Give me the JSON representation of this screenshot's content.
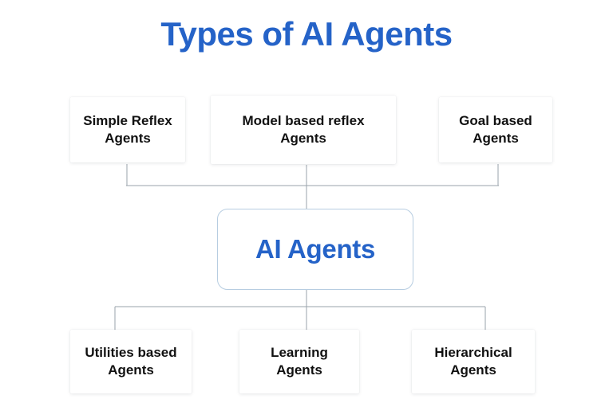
{
  "page": {
    "title": "Types of AI Agents",
    "background_color": "#ffffff",
    "accent_color": "#2563c8",
    "connector_color": "#9aa3ab",
    "node_border_color": "#b7cde1",
    "card_text_color": "#111111"
  },
  "diagram": {
    "type": "hierarchy",
    "center_node": {
      "label": "AI Agents"
    },
    "top_branches": [
      {
        "label": "Simple Reflex\nAgents",
        "line1": "Simple Reflex",
        "line2": "Agents"
      },
      {
        "label": "Model based reflex\nAgents",
        "line1": "Model based reflex",
        "line2": "Agents"
      },
      {
        "label": "Goal based\nAgents",
        "line1": "Goal based",
        "line2": "Agents"
      }
    ],
    "bottom_branches": [
      {
        "label": "Utilities based\nAgents",
        "line1": "Utilities based",
        "line2": "Agents"
      },
      {
        "label": "Learning\nAgents",
        "line1": "Learning",
        "line2": "Agents"
      },
      {
        "label": "Hierarchical\nAgents",
        "line1": "Hierarchical",
        "line2": "Agents"
      }
    ]
  }
}
